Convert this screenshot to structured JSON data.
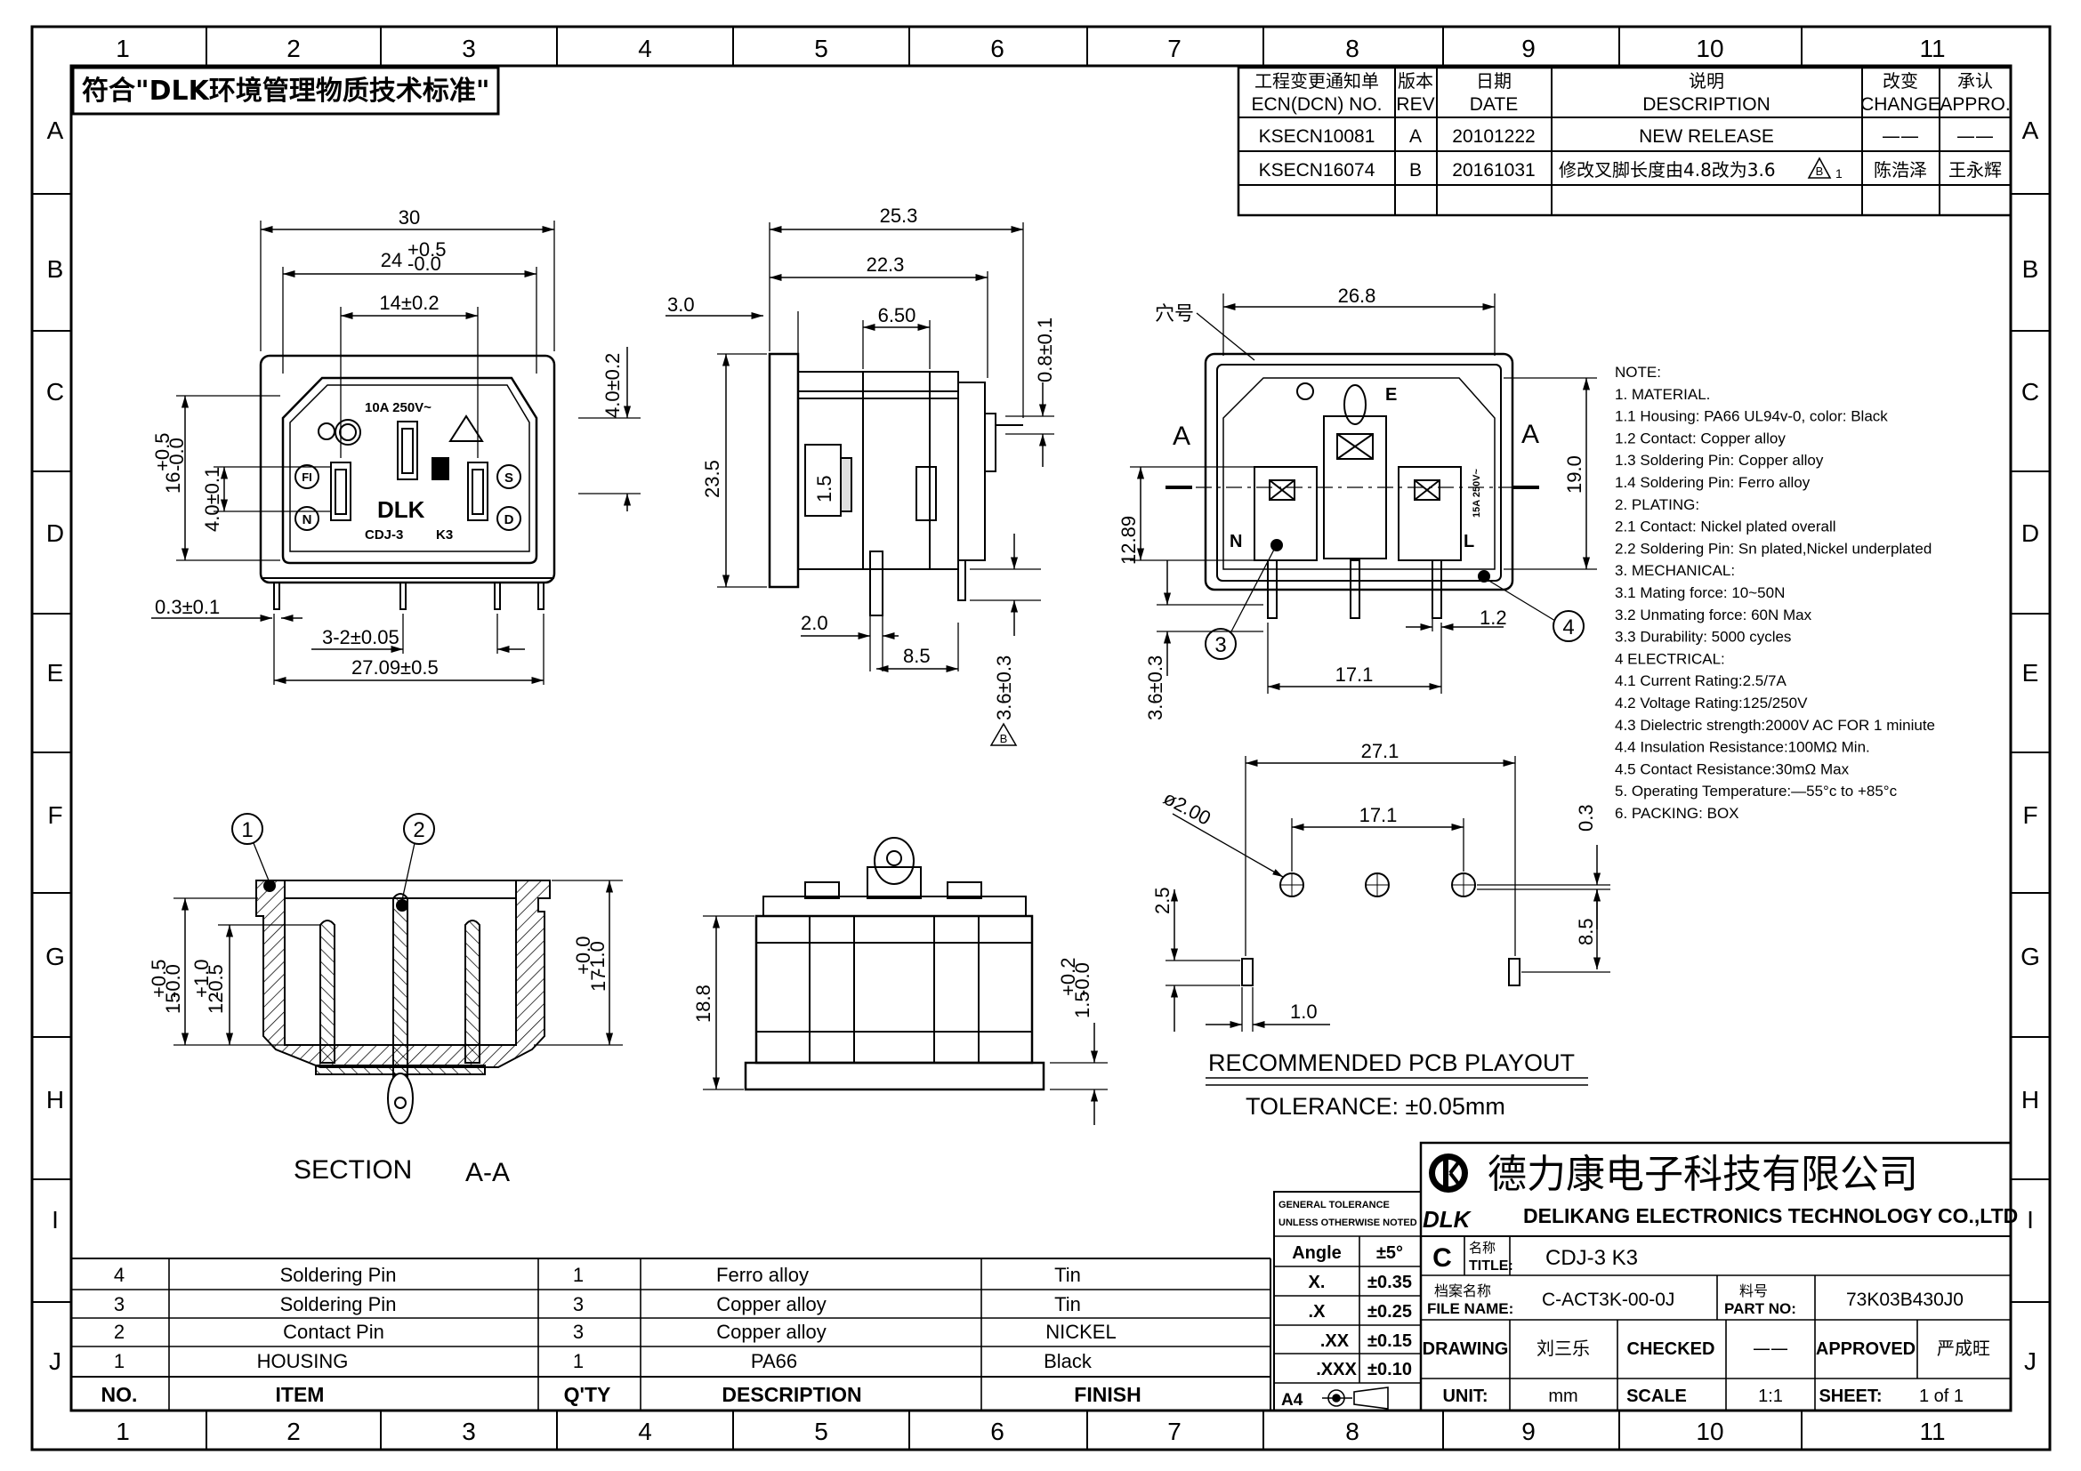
{
  "grid": {
    "cols": [
      "1",
      "2",
      "3",
      "4",
      "5",
      "6",
      "7",
      "8",
      "9",
      "10",
      "11"
    ],
    "rows": [
      "A",
      "B",
      "C",
      "D",
      "E",
      "F",
      "G",
      "H",
      "I",
      "J"
    ]
  },
  "compliance_note": "符合\"DLK环境管理物质技术标准\"",
  "revision": {
    "headers": {
      "ecn_cn": "工程变更通知单",
      "ecn_en": "ECN(DCN)  NO.",
      "rev_cn": "版本",
      "rev_en": "REV",
      "date_cn": "日期",
      "date_en": "DATE",
      "desc_cn": "说明",
      "desc_en": "DESCRIPTION",
      "change_cn": "改变",
      "change_en": "CHANGE",
      "appro_cn": "承认",
      "appro_en": "APPRO."
    },
    "rows": [
      {
        "ecn": "KSECN10081",
        "rev": "A",
        "date": "20101222",
        "desc": "NEW  RELEASE",
        "change": "——",
        "appro": "——"
      },
      {
        "ecn": "KSECN16074",
        "rev": "B",
        "date": "20161031",
        "desc": "修改叉脚长度由4.8改为3.6",
        "change": "陈浩泽",
        "appro": "王永辉"
      }
    ],
    "rev_marker": "B",
    "rev_marker_suffix": "1"
  },
  "front_view": {
    "dims": {
      "width_30": "30",
      "width_24": "24",
      "width_24_tol_up": "+0.5",
      "width_24_tol_dn": "-0.0",
      "width_14": "14±0.2",
      "height_16": "16",
      "height_16_tol_up": "+0.5",
      "height_16_tol_dn": "-0.0",
      "height_4_0": "4.0±0.1",
      "height_4_0_right": "4.0±0.2",
      "pin_0_3": "0.3±0.1",
      "pitch": "3-2±0.05",
      "width_27": "27.09±0.5"
    },
    "face_text": {
      "rating": "10A  250V~",
      "brand": "DLK",
      "model": "CDJ-3",
      "variant": "K3",
      "mark_n": "N",
      "mark_s": "S",
      "mark_d": "D",
      "mark_fi": "FI"
    }
  },
  "side_view": {
    "dims": {
      "w25_3": "25.3",
      "w22_3": "22.3",
      "d3_0": "3.0",
      "d6_50": "6.50",
      "d0_8": "0.8±0.1",
      "h23_5": "23.5",
      "d1_5": "1.5",
      "d2_0": "2.0",
      "d8_5": "8.5",
      "d3_6": "3.6±0.3",
      "rev": "B"
    }
  },
  "rear_view": {
    "dims": {
      "w26_8": "26.8",
      "h19_0": "19.0",
      "h12_89": "12.89",
      "d1_2": "1.2",
      "w17_1": "17.1",
      "d3_6": "3.6±0.3"
    },
    "labels": {
      "hole_no": "穴号",
      "section_a_left": "A",
      "section_a_right": "A",
      "n": "N",
      "l": "L",
      "e": "E",
      "rating": "15A 250V~",
      "callout_3": "3",
      "callout_4": "4"
    }
  },
  "section_view": {
    "dims": {
      "h15": "15",
      "h15_tol_up": "+0.5",
      "h15_tol_dn": "-0.0",
      "h12": "12",
      "h12_tol_up": "+1.0",
      "h12_tol_dn": "-0.5",
      "h17": "17",
      "h17_tol_up": "+0.0",
      "h17_tol_dn": "-1.0"
    },
    "callout_1": "1",
    "callout_2": "2",
    "caption": "SECTION",
    "caption_ref": "A-A"
  },
  "bottom_view": {
    "dims": {
      "h18_8": "18.8",
      "d1_5": "1.5",
      "d1_5_tol_up": "+0.2",
      "d1_5_tol_dn": "-0.0"
    }
  },
  "pcb_layout": {
    "dims": {
      "w27_1": "27.1",
      "w17_1": "17.1",
      "dia": "ø2.00",
      "d0_3": "0.3",
      "d2_5": "2.5",
      "d8_5": "8.5",
      "d1_0": "1.0"
    },
    "title": "RECOMMENDED  PCB  PLAYOUT",
    "tolerance": "TOLERANCE:  ±0.05mm"
  },
  "notes": [
    "NOTE:",
    "1.  MATERIAL.",
    "1.1  Housing:  PA66  UL94v-0,  color:  Black",
    "1.2  Contact:  Copper  alloy",
    "1.3  Soldering  Pin:  Copper  alloy",
    "1.4  Soldering  Pin:   Ferro  alloy",
    "2.  PLATING:",
    "2.1  Contact:  Nickel  plated  overall",
    "2.2  Soldering  Pin:  Sn  plated,Nickel  underplated",
    "3.    MECHANICAL:",
    "3.1  Mating  force:  10~50N",
    "3.2  Unmating  force:  60N  Max",
    "3.3  Durability:  5000  cycles",
    "4    ELECTRICAL:",
    "4.1  Current  Rating:2.5/7A",
    "4.2  Voltage  Rating:125/250V",
    "4.3  Dielectric  strength:2000V  AC  FOR  1  miniute",
    "4.4  Insulation  Resistance:100MΩ  Min.",
    "4.5  Contact  Resistance:30mΩ  Max",
    "5.  Operating  Temperature:—55°c  to  +85°c",
    "6.  PACKING:  BOX"
  ],
  "bom": {
    "headers": {
      "no": "NO.",
      "item": "ITEM",
      "qty": "Q'TY",
      "desc": "DESCRIPTION",
      "finish": "FINISH"
    },
    "rows": [
      {
        "no": "4",
        "item": "Soldering  Pin",
        "qty": "1",
        "desc": "Ferro  alloy",
        "finish": "Tin"
      },
      {
        "no": "3",
        "item": "Soldering  Pin",
        "qty": "3",
        "desc": "Copper  alloy",
        "finish": "Tin"
      },
      {
        "no": "2",
        "item": "Contact  Pin",
        "qty": "3",
        "desc": "Copper  alloy",
        "finish": "NICKEL"
      },
      {
        "no": "1",
        "item": "HOUSING",
        "qty": "1",
        "desc": "PA66",
        "finish": "Black"
      }
    ]
  },
  "tolerance_table": {
    "header1": "GENERAL  TOLERANCE",
    "header2": "UNLESS  OTHERWISE  NOTED",
    "rows": [
      {
        "k": "Angle",
        "v": "±5°"
      },
      {
        "k": "X.",
        "v": "±0.35"
      },
      {
        "k": ".X",
        "v": "±0.25"
      },
      {
        "k": ".XX",
        "v": "±0.15"
      },
      {
        "k": ".XXX",
        "v": "±0.10"
      }
    ],
    "paper": "A4"
  },
  "title_block": {
    "company_cn": "德力康电子科技有限公司",
    "company_en": "DELIKANG  ELECTRONICS  TECHNOLOGY  CO.,LTD",
    "logo_text": "DLK",
    "size": "C",
    "title_cn": "名称",
    "title_en": "TITLE:",
    "title_value": "CDJ-3  K3",
    "file_cn": "档案名称",
    "file_en": "FILE  NAME:",
    "file_value": "C-ACT3K-00-0J",
    "part_cn": "料号",
    "part_en": "PART  NO:",
    "part_value": "73K03B430J0",
    "drawing_label": "DRAWING",
    "drawing_value": "刘三乐",
    "checked_label": "CHECKED",
    "checked_value": "——",
    "approved_label": "APPROVED",
    "approved_value": "严成旺",
    "unit_label": "UNIT:",
    "unit_value": "mm",
    "scale_label": "SCALE",
    "scale_value": "1:1",
    "sheet_label": "SHEET:",
    "sheet_value": "1  of  1"
  }
}
